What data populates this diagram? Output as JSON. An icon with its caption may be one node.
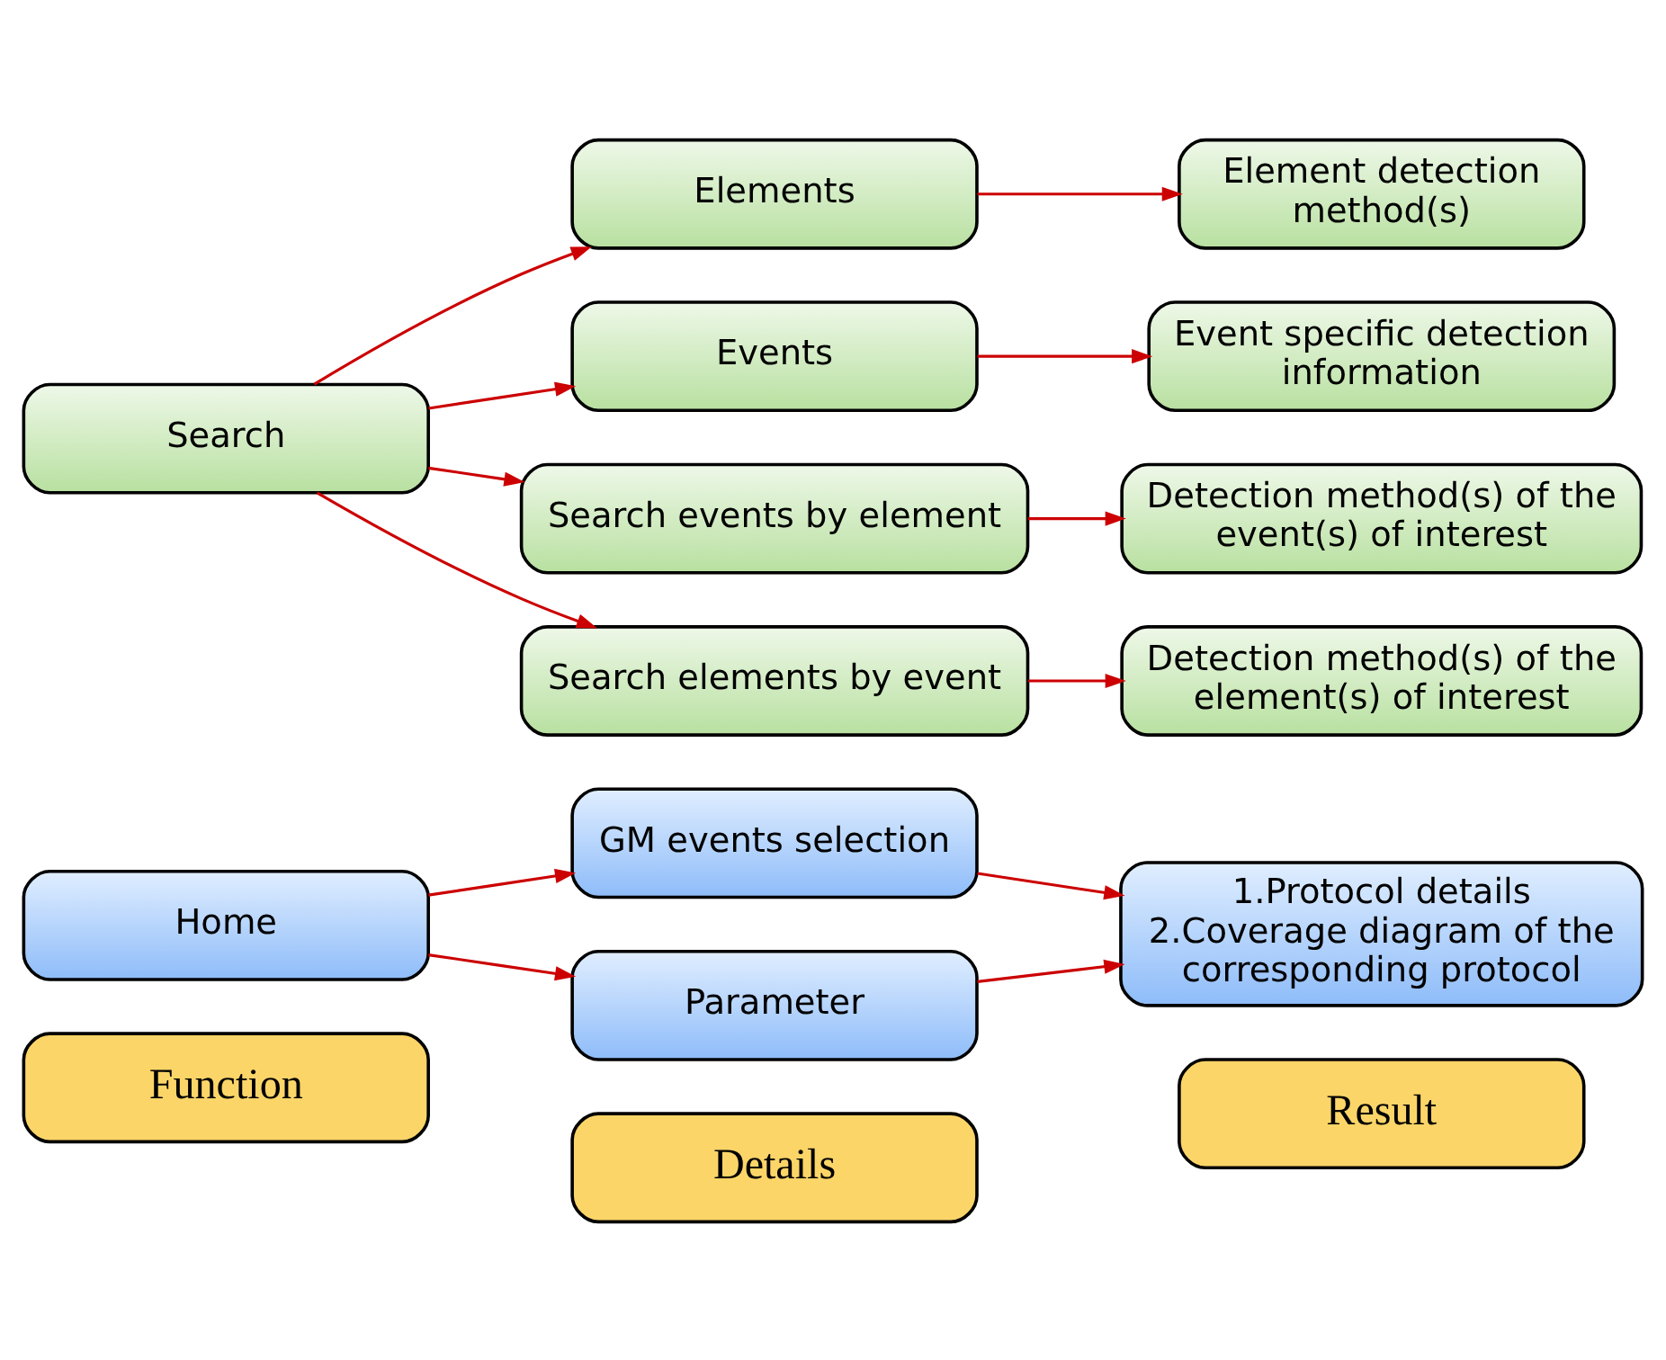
{
  "diagram": {
    "nodes": [
      {
        "text": [
          "Function"
        ]
      },
      {
        "text": [
          "Details"
        ]
      },
      {
        "text": [
          "Result"
        ]
      },
      {
        "text": [
          "GM events selection"
        ]
      },
      {
        "text": [
          "Home"
        ]
      },
      {
        "text": [
          "1.Protocol details",
          "2.Coverage diagram of the corresponding protocol"
        ]
      },
      {
        "text": [
          "Parameter"
        ]
      },
      {
        "text": [
          "Elements"
        ]
      },
      {
        "text": [
          "Element detection method(s)"
        ]
      },
      {
        "text": [
          "Events"
        ]
      },
      {
        "text": [
          "Event specific detection information"
        ]
      },
      {
        "text": [
          "Search"
        ]
      },
      {
        "text": [
          "Search events by element"
        ]
      },
      {
        "text": [
          "Detection method(s) of the event(s) of interest"
        ]
      },
      {
        "text": [
          "Search elements by event"
        ]
      },
      {
        "text": [
          "Detection method(s) of the element(s) of interest"
        ]
      }
    ],
    "edges": [
      {
        "from": 4,
        "to": 3,
        "arrow": "to"
      },
      {
        "from": 4,
        "to": 6,
        "arrow": "to"
      },
      {
        "from": 3,
        "to": 5,
        "arrow": "to"
      },
      {
        "from": 6,
        "to": 5,
        "arrow": "to"
      },
      {
        "from": 11,
        "to": 7,
        "arrow": "to"
      },
      {
        "from": 11,
        "to": 9,
        "arrow": "to"
      },
      {
        "from": 11,
        "to": 12,
        "arrow": "to"
      },
      {
        "from": 11,
        "to": 14,
        "arrow": "to"
      },
      {
        "from": 7,
        "to": 8,
        "arrow": "to"
      },
      {
        "from": 9,
        "to": 10,
        "arrow": "to"
      },
      {
        "from": 12,
        "to": 13,
        "arrow": "to"
      },
      {
        "from": 14,
        "to": 15,
        "arrow": "to"
      }
    ]
  }
}
